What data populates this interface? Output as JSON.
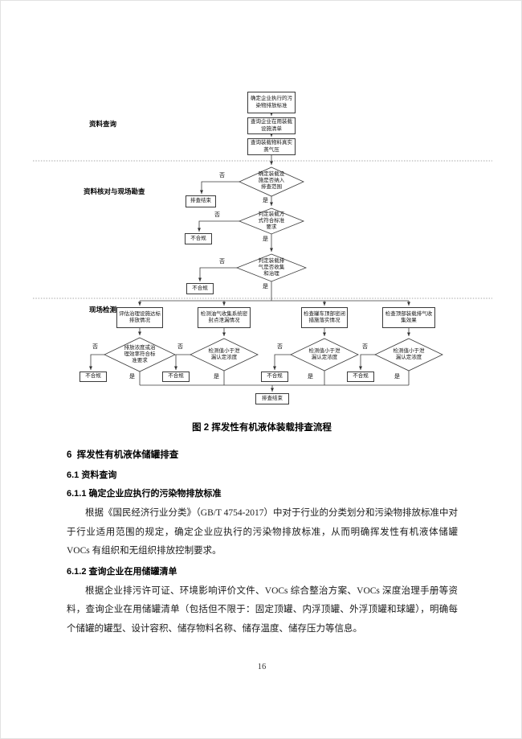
{
  "figure": {
    "caption": "图 2 挥发性有机液体装载排查流程",
    "sections": {
      "s1": "资料查询",
      "s2": "资料核对与现场勘查",
      "s3": "现场检测"
    },
    "nodes": {
      "start": "确定企业执行的污染物排放标准",
      "query_facilities": "查询企业在用装载设施清单",
      "query_vapor": "查询装载物料真实蒸气压",
      "d_scope": "确定装载设施是否纳入排查范围",
      "d_method": "判定装载方式符合标准要求",
      "d_exhaust": "判定装载排气是否收集和治理",
      "end_early": "排查结束",
      "noncompliant": "不合规",
      "check_treatment": "评估治理设施达标排放情况",
      "check_leak": "检测油气收集系统密封点泄漏情况",
      "check_tanker": "检查罐车顶部密闭措施落实情况",
      "check_top": "检查顶部装载排气收集效果",
      "d_emission": "排放浓度或治理效率符合标准要求",
      "d_leakvalue": "检测值小于泄漏认定浓度",
      "end_final": "排查结束"
    },
    "edge_labels": {
      "yes": "是",
      "no": "否"
    }
  },
  "document": {
    "heading_6": "6  挥发性有机液体储罐排查",
    "heading_6_1": "6.1 资料查询",
    "heading_6_1_1": "6.1.1 确定企业应执行的污染物排放标准",
    "para_6_1_1": "根据《国民经济行业分类》（GB/T 4754-2017）中对于行业的分类划分和污染物排放标准中对于行业适用范围的规定，确定企业应执行的污染物排放标准，从而明确挥发性有机液体储罐VOCs 有组织和无组织排放控制要求。",
    "heading_6_1_2": "6.1.2 查询企业在用储罐清单",
    "para_6_1_2": "根据企业排污许可证、环境影响评价文件、VOCs 综合整治方案、VOCs 深度治理手册等资料，查询企业在用储罐清单（包括但不限于：固定顶罐、内浮顶罐、外浮顶罐和球罐），明确每个储罐的罐型、设计容积、储存物料名称、储存温度、储存压力等信息。"
  },
  "page_number": "16"
}
